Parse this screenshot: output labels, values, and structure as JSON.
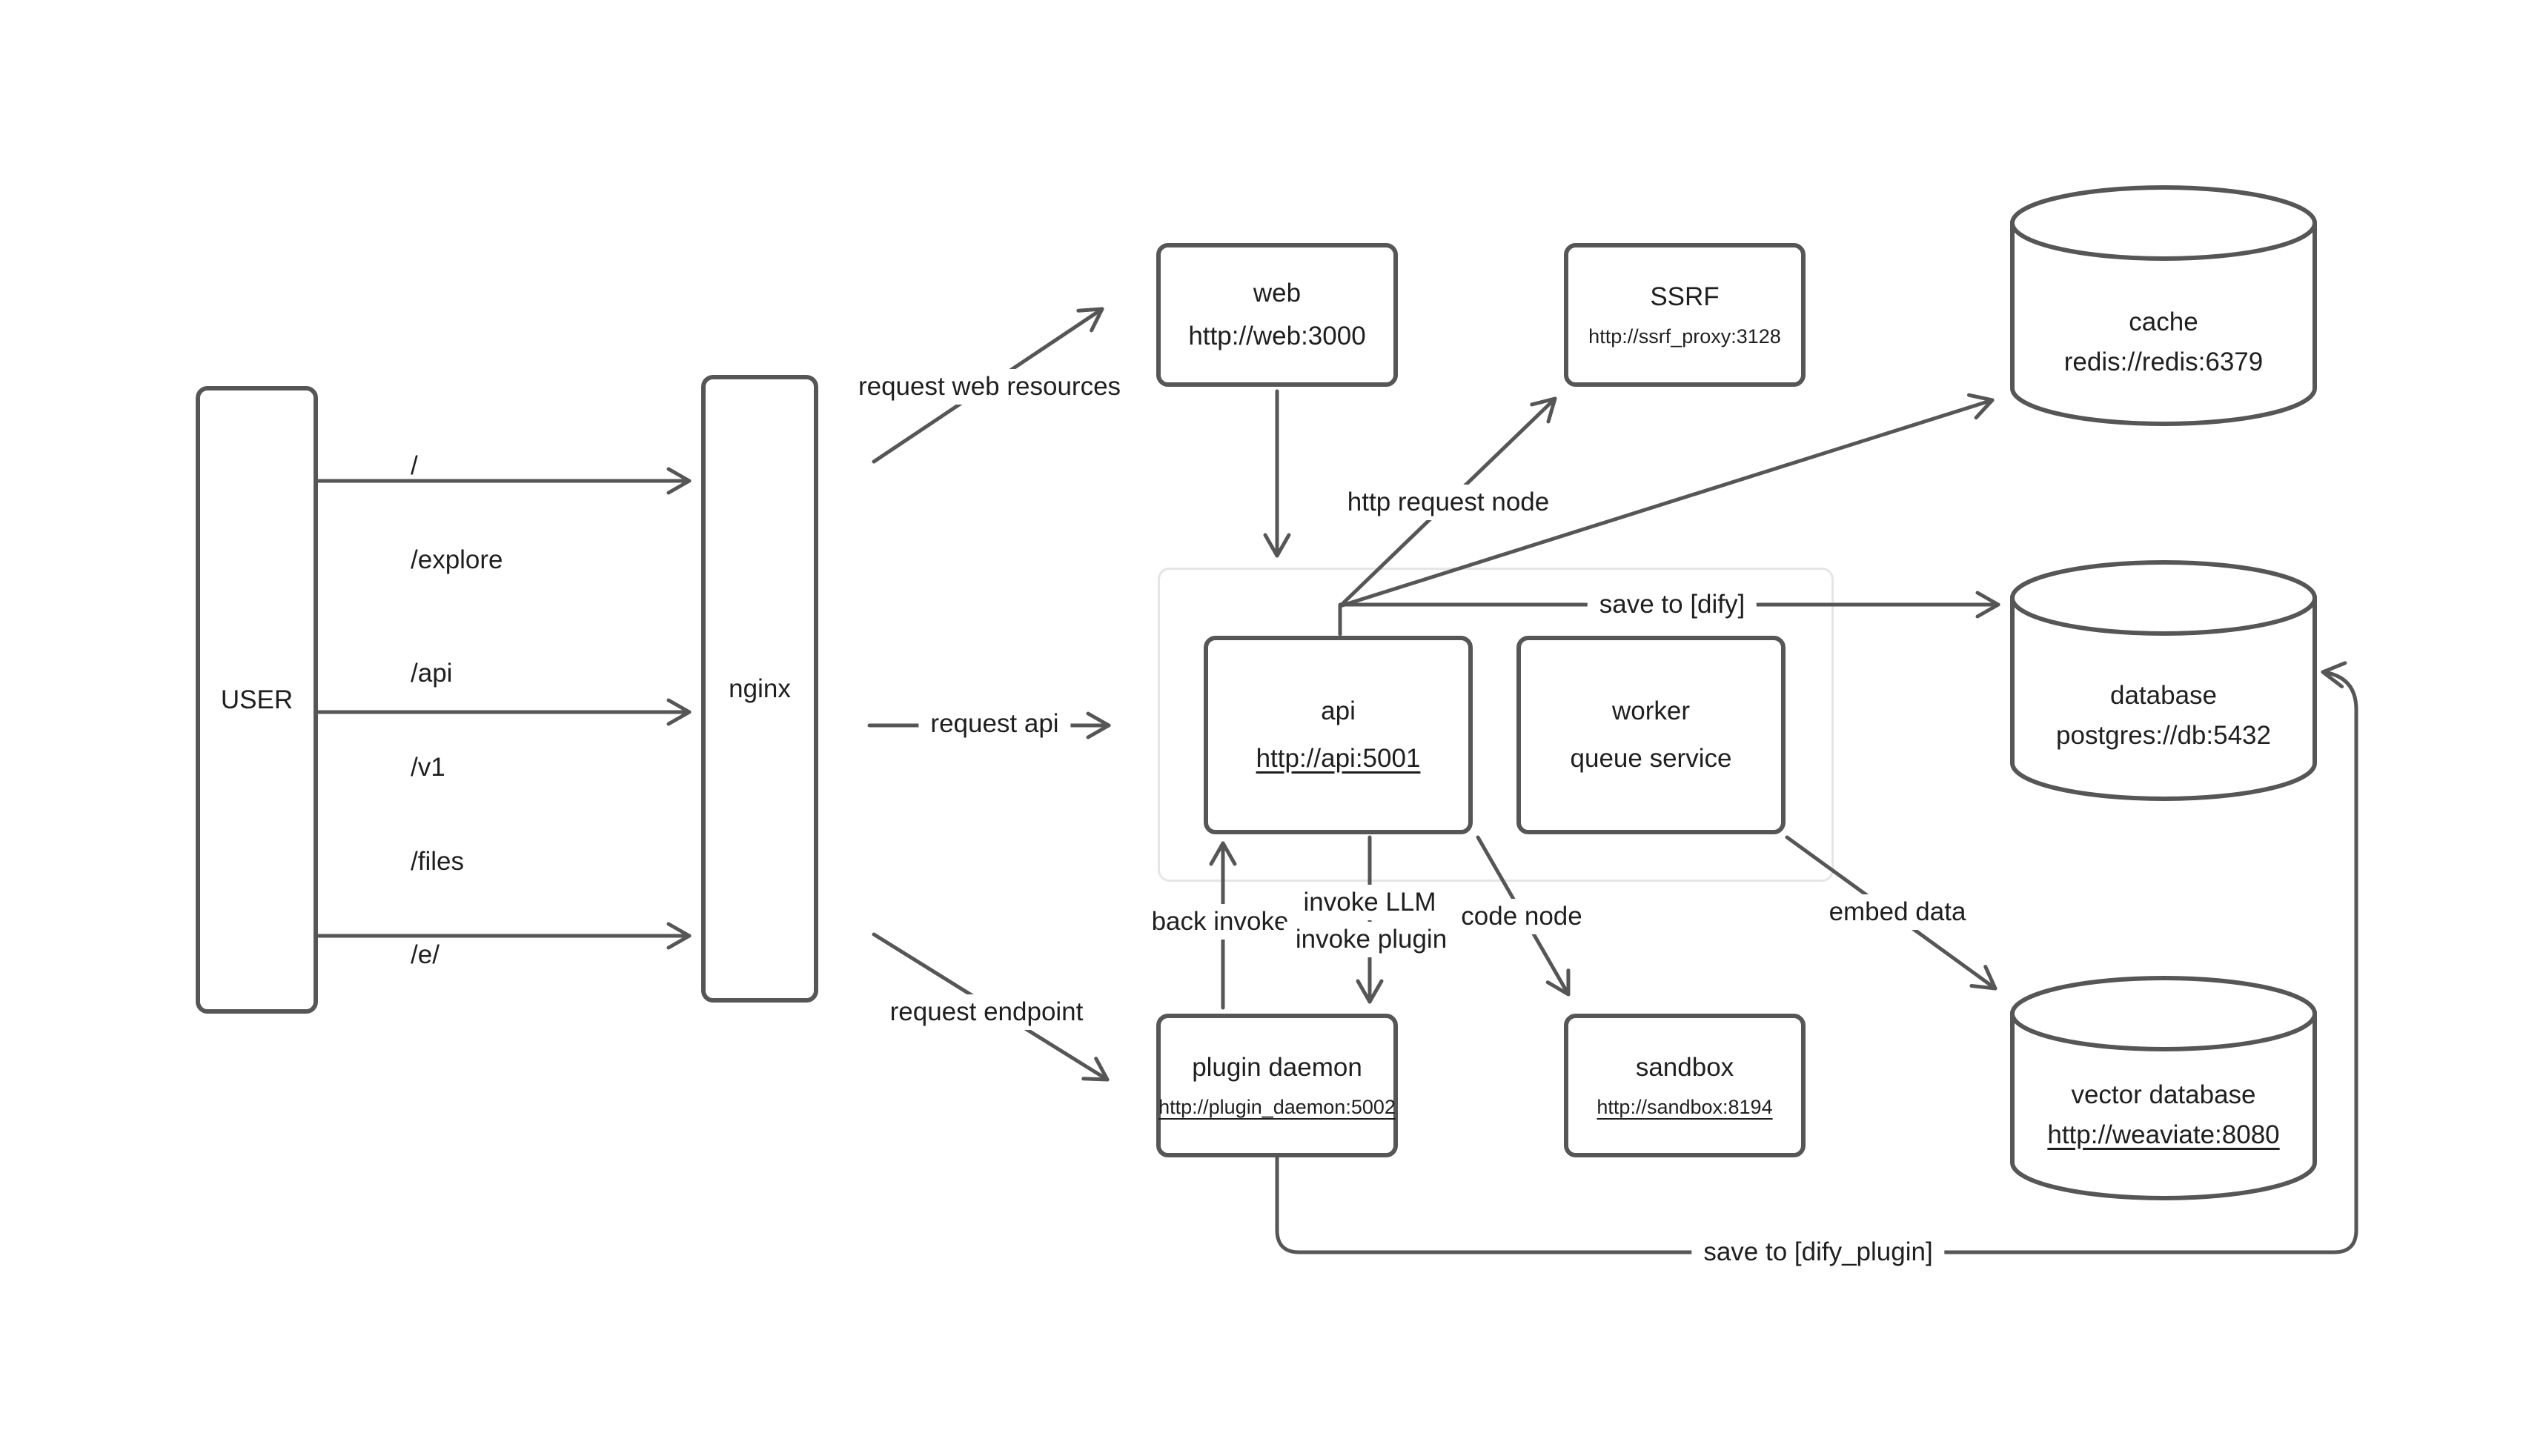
{
  "colors": {
    "stroke": "#565656",
    "text": "#1f1f1f",
    "group_border": "#e5e5e5",
    "background": "#ffffff"
  },
  "nodes": {
    "user": {
      "label": "USER"
    },
    "nginx": {
      "label": "nginx"
    },
    "web": {
      "title": "web",
      "subtitle": "http://web:3000"
    },
    "ssrf": {
      "title": "SSRF",
      "subtitle": "http://ssrf_proxy:3128"
    },
    "cache": {
      "title": "cache",
      "subtitle": "redis://redis:6379"
    },
    "api": {
      "title": "api",
      "subtitle": "http://api:5001"
    },
    "worker": {
      "title": "worker",
      "subtitle": "queue service"
    },
    "database": {
      "title": "database",
      "subtitle": "postgres://db:5432"
    },
    "plugin_daemon": {
      "title": "plugin daemon",
      "subtitle": "http://plugin_daemon:5002"
    },
    "sandbox": {
      "title": "sandbox",
      "subtitle": "http://sandbox:8194"
    },
    "vector_database": {
      "title": "vector database",
      "subtitle": "http://weaviate:8080"
    }
  },
  "user_paths": {
    "top": [
      "/",
      "/explore"
    ],
    "middle": [
      "/api",
      "/v1",
      "/files"
    ],
    "bottom": [
      "/e/"
    ]
  },
  "edge_labels": {
    "request_web_resources": "request web resources",
    "request_api": "request api",
    "request_endpoint": "request endpoint",
    "http_request_node": "http request node",
    "save_to_dify": "save to [dify]",
    "back_invoke": "back invoke",
    "invoke_llm": "invoke LLM",
    "invoke_plugin": "invoke plugin",
    "code_node": "code node",
    "embed_data": "embed data",
    "save_to_dify_plugin": "save to [dify_plugin]"
  },
  "edges": [
    {
      "from": "USER",
      "to": "nginx",
      "label": "/ /explore"
    },
    {
      "from": "USER",
      "to": "nginx",
      "label": "/api /v1 /files"
    },
    {
      "from": "USER",
      "to": "nginx",
      "label": "/e/"
    },
    {
      "from": "nginx",
      "to": "web",
      "label": "request web resources"
    },
    {
      "from": "nginx",
      "to": "api",
      "label": "request api"
    },
    {
      "from": "nginx",
      "to": "plugin daemon",
      "label": "request endpoint"
    },
    {
      "from": "web",
      "to": "api",
      "label": ""
    },
    {
      "from": "api",
      "to": "SSRF",
      "label": "http request node"
    },
    {
      "from": "api",
      "to": "cache",
      "label": ""
    },
    {
      "from": "api",
      "to": "database",
      "label": "save to [dify]"
    },
    {
      "from": "plugin daemon",
      "to": "api",
      "label": "back invoke"
    },
    {
      "from": "api",
      "to": "plugin daemon",
      "label": "invoke LLM invoke plugin"
    },
    {
      "from": "api",
      "to": "sandbox",
      "label": "code node"
    },
    {
      "from": "worker",
      "to": "vector database",
      "label": "embed data"
    },
    {
      "from": "plugin daemon",
      "to": "database",
      "label": "save to [dify_plugin]"
    }
  ]
}
